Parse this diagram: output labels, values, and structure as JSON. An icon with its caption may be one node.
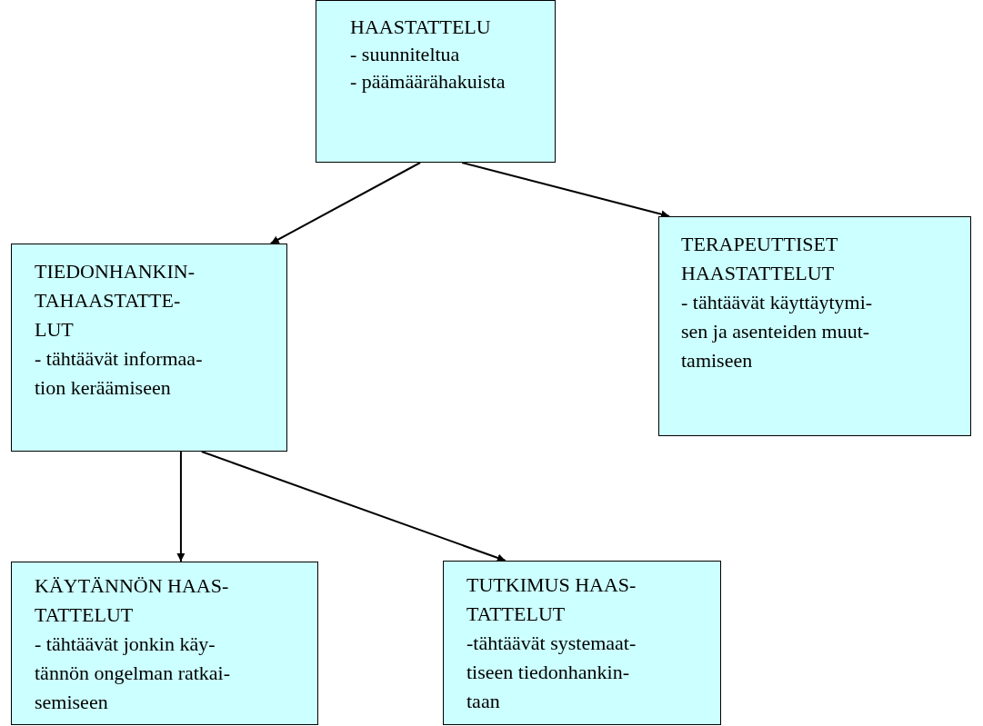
{
  "diagram": {
    "nodes": [
      {
        "text": [
          "HAASTATTELU",
          "- suunniteltua",
          "- päämäärähakuista"
        ]
      },
      {
        "text": [
          "TIEDONHANKIN- TAHAASTATTE- LUT",
          "- tähtäävät informaa- tion keräämiseen"
        ]
      },
      {
        "text": [
          "TERAPEUTTISET HAASTATTELUT",
          "- tähtäävät käyttäytymi- sen ja asenteiden muut- tamiseen"
        ]
      },
      {
        "text": [
          "KÄYTÄNNÖN HAAS- TATTELUT",
          "- tähtäävät jonkin käy- tännön ongelman ratkai- semiseen"
        ]
      },
      {
        "text": [
          "TUTKIMUS HAAS- TATTELUT",
          "-tähtäävät systemaat- tiseen tiedonhankin- taan"
        ]
      }
    ],
    "edges": [
      {
        "from": 0,
        "to": 1,
        "arrow": "to"
      },
      {
        "from": 0,
        "to": 2,
        "arrow": "to"
      },
      {
        "from": 1,
        "to": 3,
        "arrow": "to"
      },
      {
        "from": 1,
        "to": 4,
        "arrow": "to"
      }
    ]
  }
}
